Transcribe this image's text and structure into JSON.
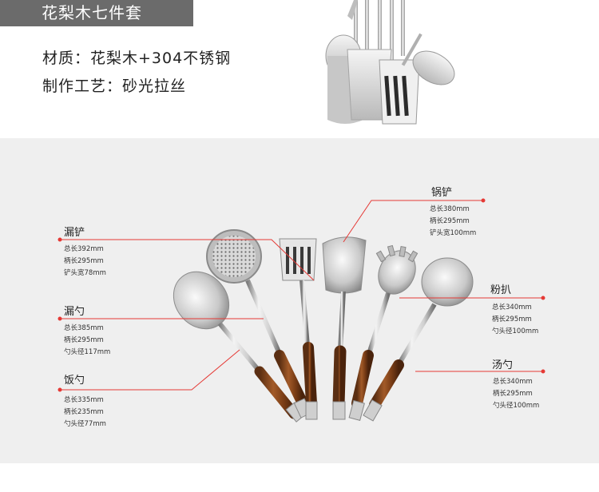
{
  "header": {
    "title": "花梨木七件套"
  },
  "specs": {
    "material": "材质：花梨木+304不锈钢",
    "craft": "制作工艺：砂光拉丝"
  },
  "accent_color": "#e53935",
  "utensils": {
    "slotted_spatula": {
      "name": "漏铲",
      "d1": "总长392mm",
      "d2": "柄长295mm",
      "d3": "铲头宽78mm"
    },
    "skimmer": {
      "name": "漏勺",
      "d1": "总长385mm",
      "d2": "柄长295mm",
      "d3": "勺头径117mm"
    },
    "rice_spoon": {
      "name": "饭勺",
      "d1": "总长335mm",
      "d2": "柄长235mm",
      "d3": "勺头径77mm"
    },
    "wok_spatula": {
      "name": "锅铲",
      "d1": "总长380mm",
      "d2": "柄长295mm",
      "d3": "铲头宽100mm"
    },
    "pasta_server": {
      "name": "粉扒",
      "d1": "总长340mm",
      "d2": "柄长295mm",
      "d3": "勺头径100mm"
    },
    "soup_ladle": {
      "name": "汤勺",
      "d1": "总长340mm",
      "d2": "柄长295mm",
      "d3": "勺头径100mm"
    }
  }
}
